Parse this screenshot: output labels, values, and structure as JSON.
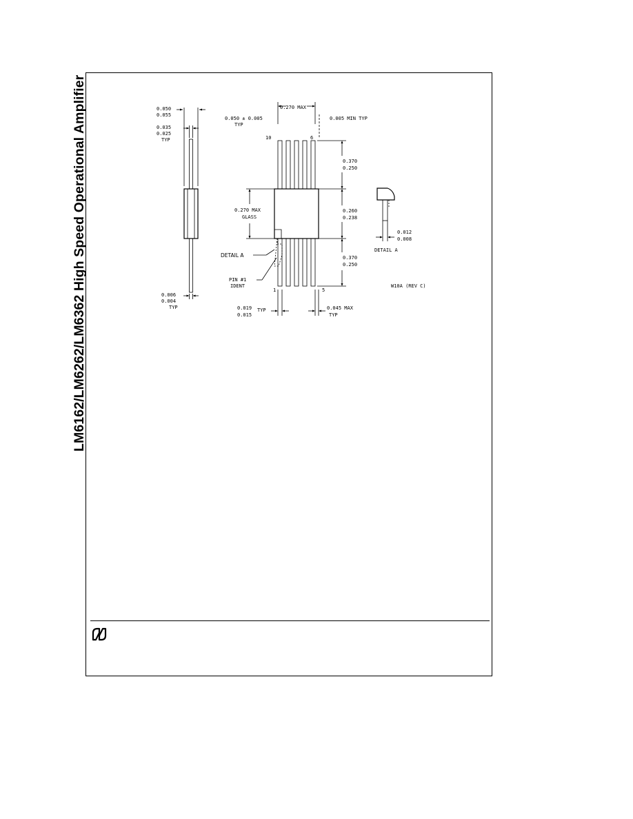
{
  "side_title": "LM6162/LM6262/LM6362 High Speed Operational Amplifier",
  "drawing": {
    "side_view": {
      "overall_width_max": "0.050",
      "overall_width_min": "0.055",
      "lead_width_max": "0.035",
      "lead_width_min": "0.025",
      "lead_width_note": "TYP",
      "lead_thickness_max": "0.006",
      "lead_thickness_min": "0.004",
      "lead_thickness_note": "TYP"
    },
    "top_view": {
      "body_width": "0.270 MAX",
      "pitch": "0.050 ± 0.005",
      "pitch_note": "TYP",
      "lead_spacing": "0.005 MIN TYP",
      "pin_top_left": "10",
      "pin_top_right": "6",
      "pin_bottom_left": "1",
      "pin_bottom_right": "5",
      "upper_lead_max": "0.370",
      "upper_lead_min": "0.250",
      "body_len_max": "0.260",
      "body_len_min": "0.238",
      "lower_lead_max": "0.370",
      "lower_lead_min": "0.250",
      "glass_width": "0.270 MAX",
      "glass_label": "GLASS",
      "detail_label": "DETAIL A",
      "pin_ident_1": "PIN #1",
      "pin_ident_2": "IDENT",
      "lead_w_max": "0.019",
      "lead_w_min": "0.015",
      "lead_w_note": "TYP",
      "edge_max": "0.045 MAX",
      "edge_note": "TYP"
    },
    "detail_view": {
      "thick_max": "0.012",
      "thick_min": "0.008",
      "title": "DETAIL A",
      "package_code": "W10A (REV C)"
    }
  }
}
